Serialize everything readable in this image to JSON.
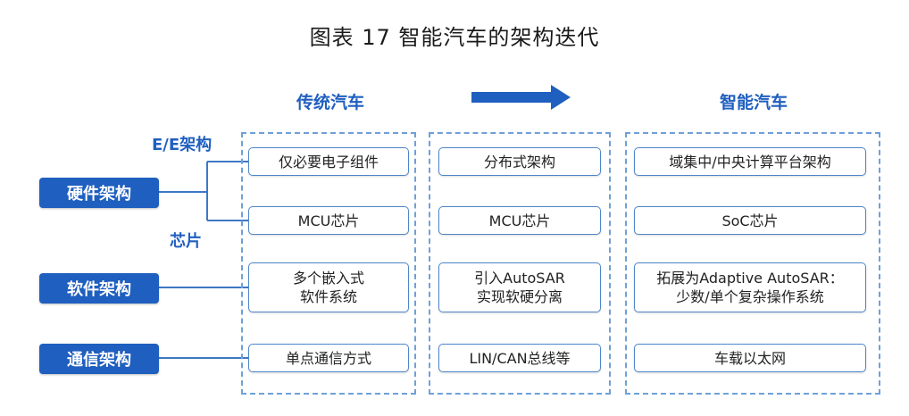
{
  "title": "图表 17  智能汽车的架构迭代",
  "columns": {
    "traditional": "传统汽车",
    "smart": "智能汽车"
  },
  "side_labels": {
    "ee": "E/E架构",
    "chip": "芯片"
  },
  "categories": {
    "hardware": "硬件架构",
    "software": "软件架构",
    "comm": "通信架构"
  },
  "traditional": {
    "ee": "仅必要电子组件",
    "chip": "MCU芯片",
    "sw1": "多个嵌入式",
    "sw2": "软件系统",
    "comm": "单点通信方式"
  },
  "middle": {
    "ee": "分布式架构",
    "chip": "MCU芯片",
    "sw1": "引入AutoSAR",
    "sw2": "实现软硬分离",
    "comm": "LIN/CAN总线等"
  },
  "smart": {
    "ee": "域集中/中央计算平台架构",
    "chip": "SoC芯片",
    "sw1": "拓展为Adaptive AutoSAR：",
    "sw2": "少数/单个复杂操作系统",
    "comm": "车载以太网"
  },
  "colors": {
    "accent": "#1f5fbf",
    "frame": "#6fa0d8",
    "box_border": "#4f86c9"
  }
}
